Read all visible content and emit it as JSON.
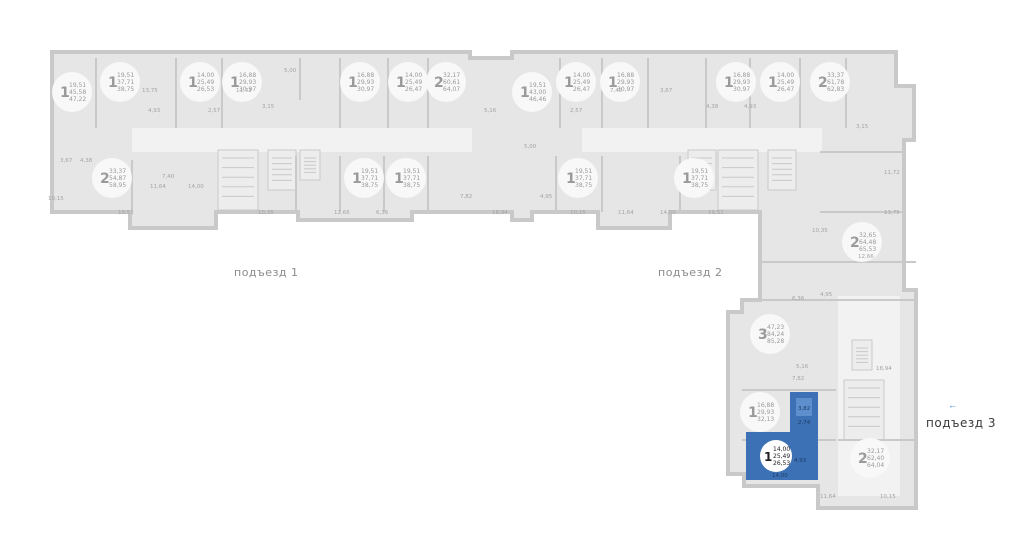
{
  "entrances": [
    {
      "label": "подъезд 1"
    },
    {
      "label": "подъезд 2"
    },
    {
      "label": "подъезд 3"
    }
  ],
  "colors": {
    "wall": "#c9c9c9",
    "room": "#e6e6e6",
    "circle": "#f8f8f8",
    "text": "#8a8a8a",
    "selected": "#3c72b5",
    "selected_light": "#5d8fcc"
  },
  "apartments": [
    {
      "rooms": "1",
      "a": "19,51",
      "b": "45,58",
      "c": "47,22"
    },
    {
      "rooms": "1",
      "a": "19,51",
      "b": "37,71",
      "c": "38,75"
    },
    {
      "rooms": "1",
      "a": "14,00",
      "b": "25,49",
      "c": "26,53"
    },
    {
      "rooms": "1",
      "a": "16,88",
      "b": "29,93",
      "c": "30,97"
    },
    {
      "rooms": "1",
      "a": "16,88",
      "b": "29,93",
      "c": "30,97"
    },
    {
      "rooms": "1",
      "a": "14,00",
      "b": "25,49",
      "c": "26,47"
    },
    {
      "rooms": "2",
      "a": "32,17",
      "b": "60,61",
      "c": "64,07"
    },
    {
      "rooms": "2",
      "a": "33,37",
      "b": "54,87",
      "c": "58,95"
    },
    {
      "rooms": "1",
      "a": "19,51",
      "b": "37,71",
      "c": "38,75"
    },
    {
      "rooms": "1",
      "a": "19,51",
      "b": "37,71",
      "c": "38,75"
    },
    {
      "rooms": "1",
      "a": "19,51",
      "b": "43,00",
      "c": "46,46"
    },
    {
      "rooms": "1",
      "a": "14,00",
      "b": "25,49",
      "c": "26,47"
    },
    {
      "rooms": "1",
      "a": "16,88",
      "b": "29,93",
      "c": "30,97"
    },
    {
      "rooms": "1",
      "a": "16,88",
      "b": "29,93",
      "c": "30,97"
    },
    {
      "rooms": "1",
      "a": "14,00",
      "b": "25,49",
      "c": "26,47"
    },
    {
      "rooms": "2",
      "a": "33,37",
      "b": "61,78",
      "c": "62,83"
    },
    {
      "rooms": "1",
      "a": "19,51",
      "b": "37,71",
      "c": "38,75"
    },
    {
      "rooms": "1",
      "a": "19,51",
      "b": "37,71",
      "c": "38,75"
    },
    {
      "rooms": "2",
      "a": "32,65",
      "b": "64,48",
      "c": "65,53"
    },
    {
      "rooms": "3",
      "a": "47,23",
      "b": "84,24",
      "c": "85,28"
    },
    {
      "rooms": "1",
      "a": "16,88",
      "b": "29,93",
      "c": "32,13"
    },
    {
      "rooms": "1",
      "a": "14,00",
      "b": "25,49",
      "c": "26,53"
    },
    {
      "rooms": "2",
      "a": "32,17",
      "b": "62,40",
      "c": "64,04"
    }
  ],
  "room_areas": [
    "10,15",
    "11,64",
    "14,00",
    "19,51",
    "7,40",
    "3,67",
    "4,38",
    "4,93",
    "2,57",
    "5,00",
    "3,15",
    "11,72",
    "13,75",
    "10,35",
    "12,66",
    "6,36",
    "18,94",
    "5,16",
    "7,82",
    "4,95"
  ],
  "selected_rooms": [
    "2,74",
    "3,82",
    "4,93",
    "14,00"
  ]
}
